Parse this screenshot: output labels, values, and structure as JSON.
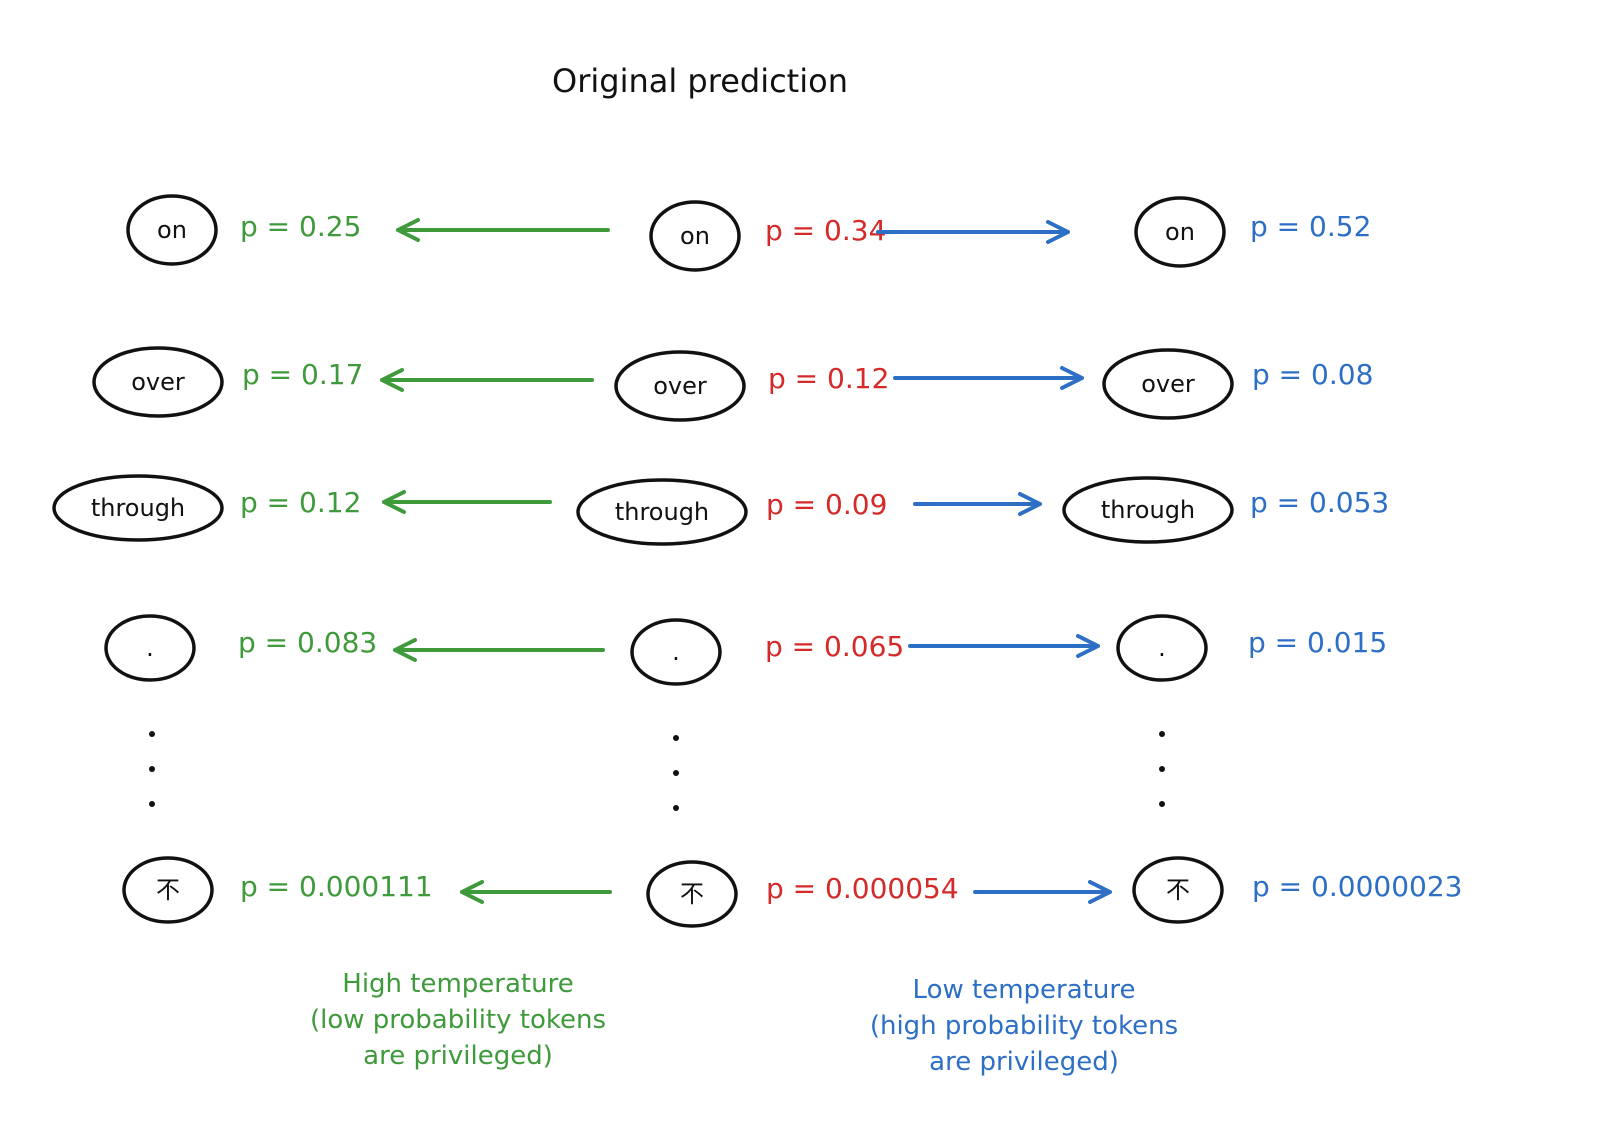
{
  "title": "Original prediction",
  "colors": {
    "high_temperature": "#3f9a3c",
    "original": "#d42a2a",
    "low_temperature": "#2e6fc6"
  },
  "rows": [
    {
      "token": "on",
      "high": "p = 0.25",
      "original": "p = 0.34",
      "low": "p = 0.52"
    },
    {
      "token": "over",
      "high": "p = 0.17",
      "original": "p = 0.12",
      "low": "p = 0.08"
    },
    {
      "token": "through",
      "high": "p = 0.12",
      "original": "p = 0.09",
      "low": "p = 0.053"
    },
    {
      "token": ".",
      "high": "p = 0.083",
      "original": "p = 0.065",
      "low": "p = 0.015"
    },
    {
      "token": "不",
      "high": "p = 0.000111",
      "original": "p = 0.000054",
      "low": "p = 0.0000023"
    }
  ],
  "captions": {
    "high": [
      "High temperature",
      "(low probability tokens",
      "are privileged)"
    ],
    "low": [
      "Low temperature",
      "(high probability tokens",
      "are privileged)"
    ]
  }
}
